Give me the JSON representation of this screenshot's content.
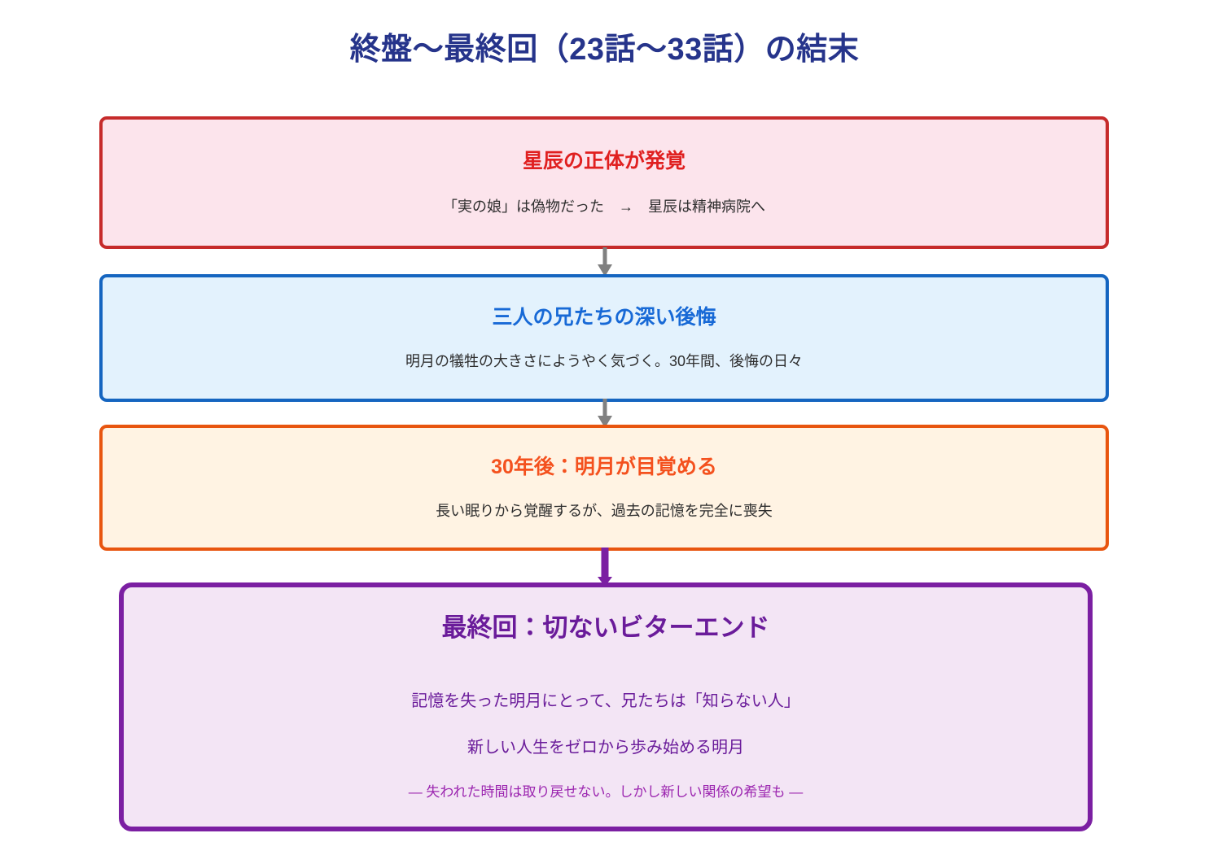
{
  "header": {
    "title": "終盤〜最終回（23話〜33話）の結末"
  },
  "flow": {
    "nodes": [
      {
        "id": "reveal",
        "title": "星辰の正体が発覚",
        "subtitle": "「実の娘」は偽物だった　→　星辰は精神病院へ",
        "border_color": "#c62b2b",
        "fill_color": "#fce4ec",
        "title_color": "#e02020"
      },
      {
        "id": "regret",
        "title": "三人の兄たちの深い後悔",
        "subtitle": "明月の犠牲の大きさにようやく気づく。30年間、後悔の日々",
        "border_color": "#1565c0",
        "fill_color": "#e3f2fd",
        "title_color": "#1769d6"
      },
      {
        "id": "awaken",
        "title": "30年後：明月が目覚める",
        "subtitle": "長い眠りから覚醒するが、過去の記憶を完全に喪失",
        "border_color": "#e8550f",
        "fill_color": "#fff3e3",
        "title_color": "#f4511e"
      },
      {
        "id": "finale",
        "title": "最終回：切ないビターエンド",
        "subtitle": "記憶を失った明月にとって、兄たちは「知らない人」",
        "line2": "新しい人生をゼロから歩み始める明月",
        "note": "— 失われた時間は取り戻せない。しかし新しい関係の希望も —",
        "border_color": "#7b1fa2",
        "fill_color": "#f3e5f5",
        "title_color": "#6a1b9a"
      }
    ],
    "connectors": [
      {
        "id": "reveal-to-regret",
        "color": "#808080",
        "style": "arrow"
      },
      {
        "id": "regret-to-awaken",
        "color": "#808080",
        "style": "arrow"
      },
      {
        "id": "awaken-to-finale",
        "color": "#7b1fa2",
        "style": "thick-arrow"
      }
    ]
  }
}
